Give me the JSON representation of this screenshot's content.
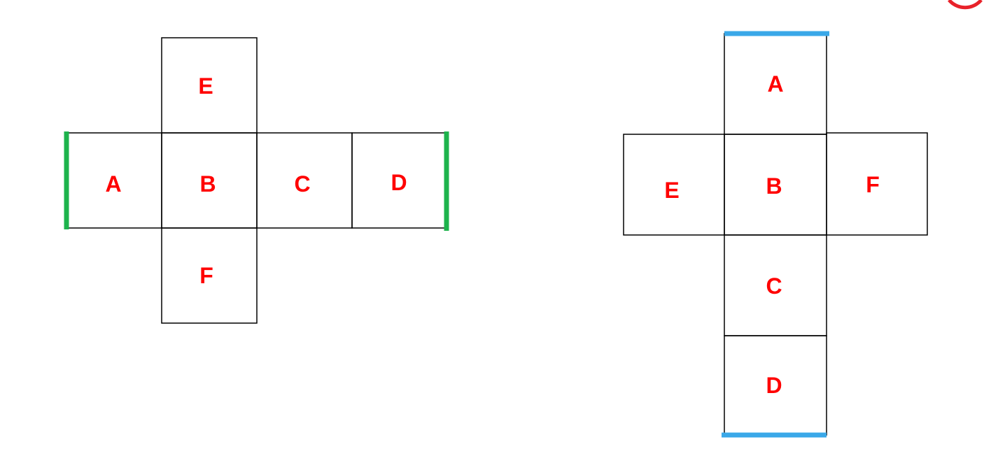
{
  "colors": {
    "background": "#ffffff",
    "outline": "#000000",
    "label": "#ff0000",
    "left_edge_highlight": "#1db34c",
    "right_edge_highlight": "#3aa8e8",
    "corner_mark": "#e8222a"
  },
  "nets": [
    {
      "id": "net-left",
      "faces": [
        {
          "label": "E"
        },
        {
          "label": "A"
        },
        {
          "label": "B"
        },
        {
          "label": "C"
        },
        {
          "label": "D"
        },
        {
          "label": "F"
        }
      ]
    },
    {
      "id": "net-right",
      "faces": [
        {
          "label": "A"
        },
        {
          "label": "E"
        },
        {
          "label": "B"
        },
        {
          "label": "F"
        },
        {
          "label": "C"
        },
        {
          "label": "D"
        }
      ]
    }
  ]
}
